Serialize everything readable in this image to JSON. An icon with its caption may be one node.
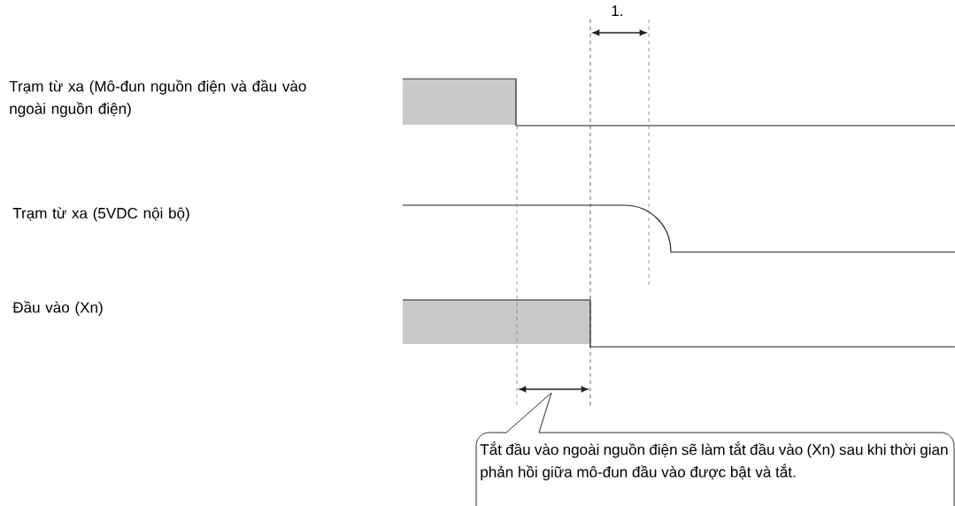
{
  "diagram": {
    "nodes": [
      {
        "text": [
          "Tắt đầu vào ngoài nguồn điện sẽ làm tắt đầu vào (Xn) sau khi thời gian phản hồi giữa mô-đun đầu vào được bật và tắt."
        ]
      }
    ],
    "labels": [
      "Trạm từ xa (Mô-đun nguồn điện và đầu vào ngoài nguồn điện)",
      "1.",
      "Trạm từ xa (5VDC nội bộ)",
      "Đầu vào (Xn)"
    ]
  }
}
